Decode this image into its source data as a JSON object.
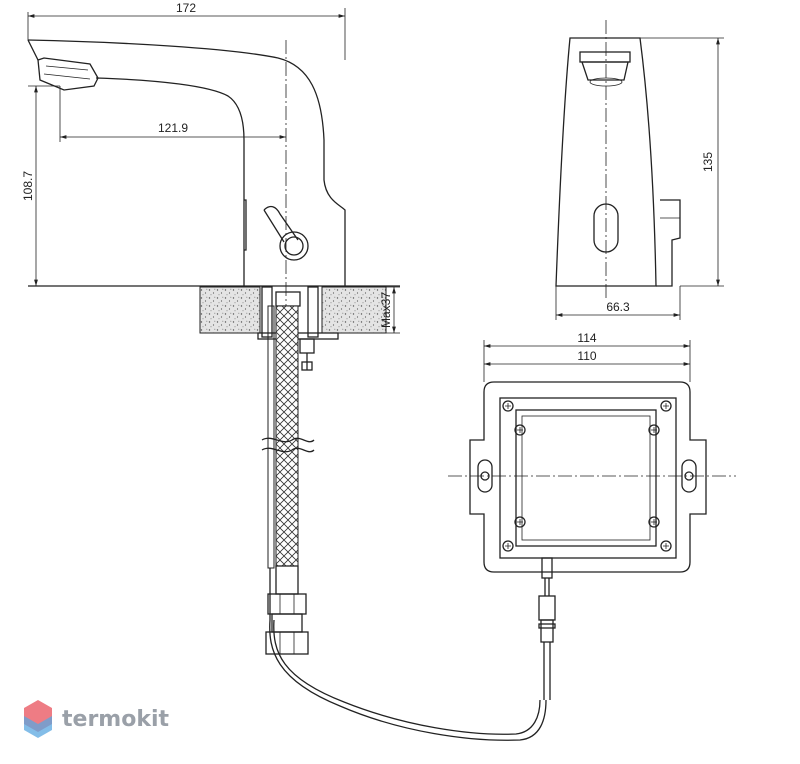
{
  "dimensions": {
    "overall_width": "172",
    "spout_reach": "121.9",
    "spout_height": "108.7",
    "max_counter_thickness": "Max37",
    "total_height": "135",
    "base_width": "66.3",
    "box_outer_width": "114",
    "box_inner_width": "110"
  },
  "watermark": {
    "brand": "termokit"
  },
  "colors": {
    "line": "#222222",
    "counter_fill": "#d9d9d9",
    "watermark_red": "#e8505b",
    "watermark_blue": "#5aa7e0",
    "watermark_text": "#9aa0a8"
  }
}
